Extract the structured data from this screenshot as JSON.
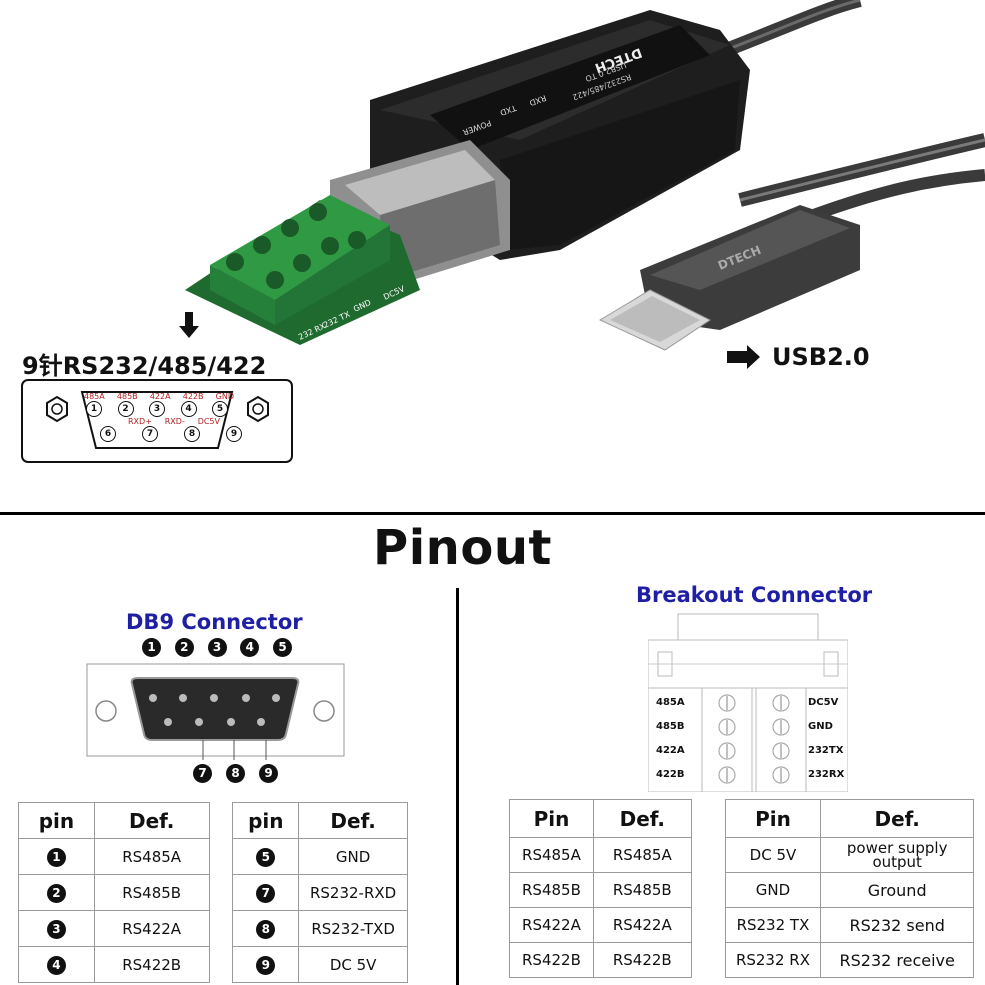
{
  "top": {
    "connector_label": "9针RS232/485/422",
    "usb_label": "USB2.0",
    "db9_small": {
      "top_labels": [
        "485A",
        "485B",
        "422A",
        "422B",
        "GND"
      ],
      "bottom_labels": [
        "RXD+",
        "RXD-",
        "DC5V"
      ],
      "top_numbers": [
        "1",
        "2",
        "3",
        "4",
        "5"
      ],
      "bottom_numbers": [
        "6",
        "7",
        "8",
        "9"
      ]
    },
    "device": {
      "brand": "DTECH",
      "model_line1": "USB2.0 TO",
      "model_line2": "RS232/485/422",
      "leds": [
        "POWER",
        "TXD",
        "RXD"
      ],
      "terminal_labels": [
        "DC5V",
        "GND",
        "232 TX",
        "232 RX"
      ],
      "plug_brand": "DTECH"
    }
  },
  "pinout": {
    "title": "Pinout",
    "db9": {
      "title": "DB9 Connector",
      "top_numbers": [
        "1",
        "2",
        "3",
        "4",
        "5"
      ],
      "bottom_numbers": [
        "7",
        "8",
        "9"
      ],
      "table": {
        "headers": [
          "pin",
          "Def.",
          "pin",
          "Def."
        ],
        "rows": [
          {
            "pin1": "1",
            "def1": "RS485A",
            "pin2": "5",
            "def2": "GND"
          },
          {
            "pin1": "2",
            "def1": "RS485B",
            "pin2": "7",
            "def2": "RS232-RXD"
          },
          {
            "pin1": "3",
            "def1": "RS422A",
            "pin2": "8",
            "def2": "RS232-TXD"
          },
          {
            "pin1": "4",
            "def1": "RS422B",
            "pin2": "9",
            "def2": "DC 5V"
          }
        ]
      }
    },
    "breakout": {
      "title": "Breakout Connector",
      "left_labels": [
        "485A",
        "485B",
        "422A",
        "422B"
      ],
      "right_labels": [
        "DC5V",
        "GND",
        "232TX",
        "232RX"
      ],
      "table": {
        "headers": [
          "Pin",
          "Def.",
          "Pin",
          "Def."
        ],
        "rows": [
          {
            "pin1": "RS485A",
            "def1": "RS485A",
            "pin2": "DC 5V",
            "def2": "power supply output"
          },
          {
            "pin1": "RS485B",
            "def1": "RS485B",
            "pin2": "GND",
            "def2": "Ground"
          },
          {
            "pin1": "RS422A",
            "def1": "RS422A",
            "pin2": "RS232 TX",
            "def2": "RS232 send"
          },
          {
            "pin1": "RS422B",
            "def1": "RS422B",
            "pin2": "RS232 RX",
            "def2": "RS232 receive"
          }
        ]
      }
    }
  }
}
